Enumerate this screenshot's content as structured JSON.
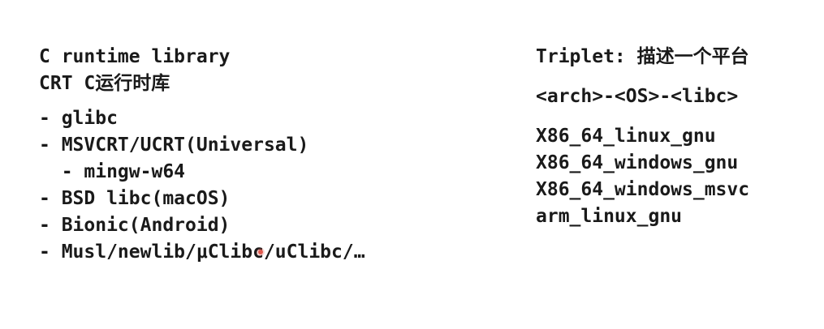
{
  "left": {
    "title_line1": "C runtime library",
    "title_line2": "CRT C运行时库",
    "items": [
      "- glibc",
      "- MSVCRT/UCRT(Universal)",
      "  - mingw-w64",
      "- BSD libc(macOS)",
      "- Bionic(Android)",
      "- Musl/newlib/μClibc/uClibc/…"
    ]
  },
  "right": {
    "title": "Triplet: 描述一个平台",
    "format": "<arch>-<OS>-<libc>",
    "examples": [
      "X86_64_linux_gnu",
      "X86_64_windows_gnu",
      "X86_64_windows_msvc",
      "arm_linux_gnu"
    ]
  },
  "colors": {
    "text": "#1a1a1a",
    "pointer": "#e05a4f"
  }
}
